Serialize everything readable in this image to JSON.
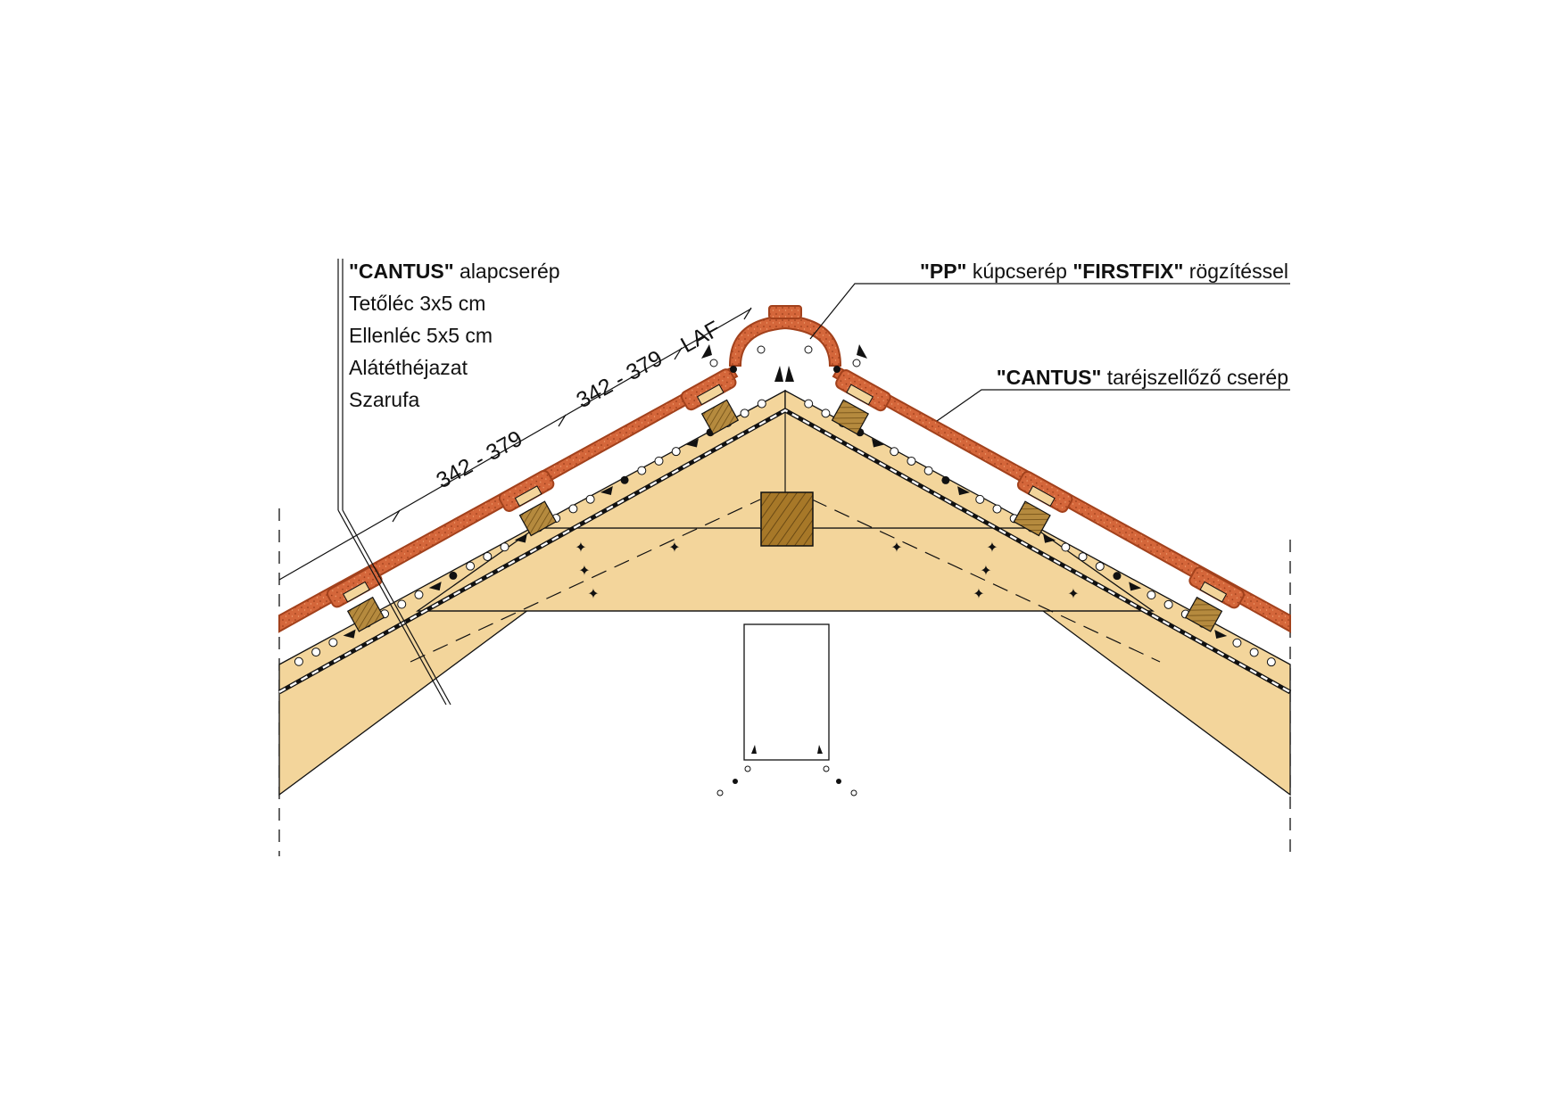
{
  "layers_label": {
    "line1_bold": "\"CANTUS\"",
    "line1_rest": " alapcserép",
    "line2": "Tetőléc 3x5 cm",
    "line3": "Ellenléc 5x5 cm",
    "line4": "Alátéthéjazat",
    "line5": "Szarufa"
  },
  "ridge_label": {
    "part1": "\"PP\"",
    "part2": " kúpcserép ",
    "part3": "\"FIRSTFIX\"",
    "part4": " rögzítéssel"
  },
  "vent_label": {
    "part1": "\"CANTUS\"",
    "part2": " taréjszellőző cserép"
  },
  "dimensions": {
    "lower": "342 - 379",
    "upper": "342 - 379",
    "laf": "LAF"
  },
  "colors": {
    "tile": "#d4663a",
    "tile_dark": "#a2411c",
    "timber": "#f3d59b",
    "timber_light": "#f8e3b4",
    "batten": "#9b7330",
    "ridge_beam": "#a77828",
    "outline": "#111111"
  }
}
